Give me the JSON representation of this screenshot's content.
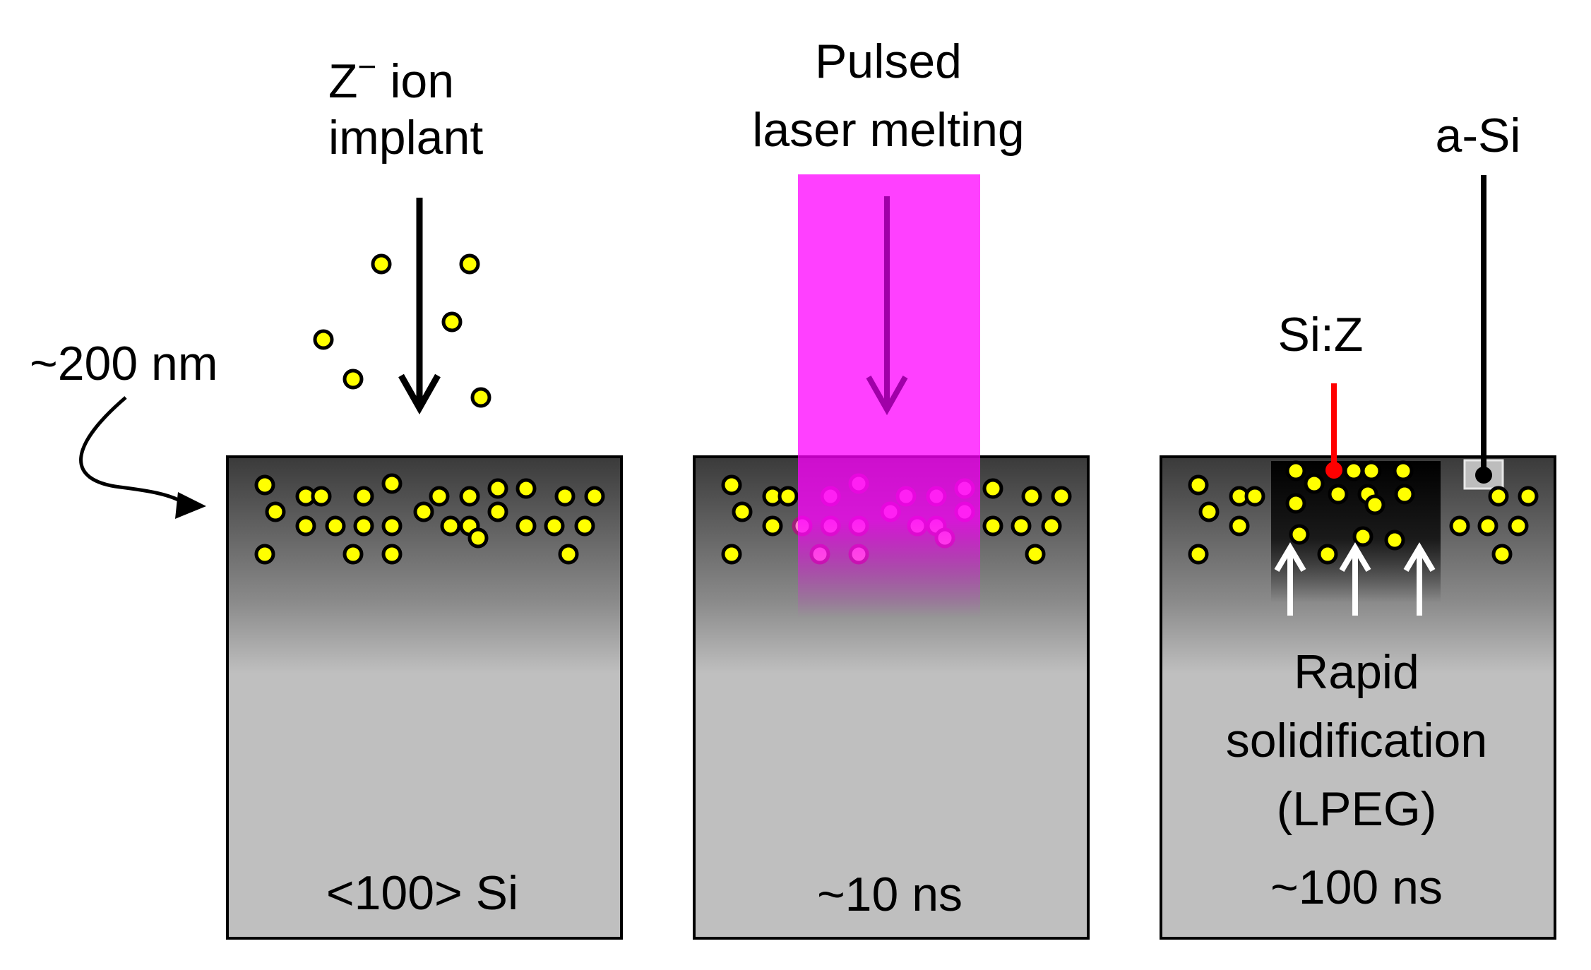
{
  "panel1": {
    "implant_label_line1": "Z",
    "implant_label_sup": "−",
    "implant_label_line1_rest": " ion",
    "implant_label_line2": "implant",
    "depth_label": "~200 nm",
    "substrate_label": "<100> Si"
  },
  "panel2": {
    "laser_label_line1": "Pulsed",
    "laser_label_line2": "laser melting",
    "time_label": "~10 ns"
  },
  "panel3": {
    "siz_label": "Si:Z",
    "asi_label": "a-Si",
    "process_line1": "Rapid",
    "process_line2": "solidification",
    "process_line3": "(LPEG)",
    "time_label": "~100 ns"
  },
  "colors": {
    "dopant": "#ffff00",
    "laser": "#ff00ff",
    "siz_marker": "#ff0000",
    "substrate": "#bfbfbf"
  }
}
